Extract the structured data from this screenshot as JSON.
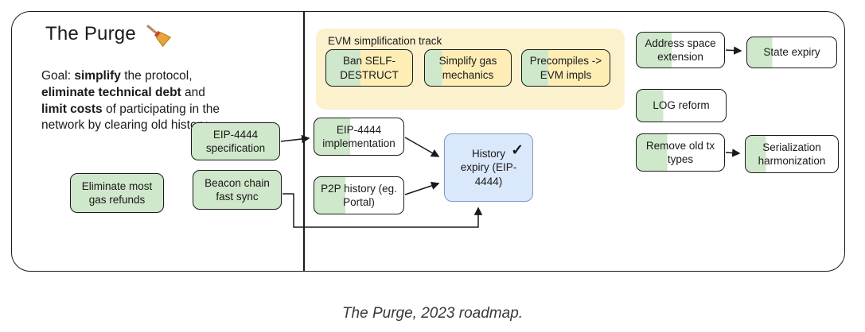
{
  "header": {
    "title": "The Purge"
  },
  "goal": {
    "segments": [
      {
        "text": "Goal: ",
        "bold": false
      },
      {
        "text": "simplify",
        "bold": true
      },
      {
        "text": " the protocol, ",
        "bold": false
      },
      {
        "text": "eliminate technical debt",
        "bold": true
      },
      {
        "text": " and ",
        "bold": false
      },
      {
        "text": "limit costs",
        "bold": true
      },
      {
        "text": " of participating in the network by clearing old history",
        "bold": false
      }
    ]
  },
  "evm_track": {
    "title": "EVM simplification track"
  },
  "boxes": {
    "eip4444_spec": {
      "label": "EIP-4444 specification",
      "progress": 1
    },
    "gas_refunds": {
      "label": "Eliminate most gas refunds",
      "progress": 1
    },
    "beacon_sync": {
      "label": "Beacon chain fast sync",
      "progress": 1
    },
    "ban_selfdestruct": {
      "label": "Ban SELF-DESTRUCT",
      "progress": 0.4
    },
    "simplify_gas": {
      "label": "Simplify gas mechanics",
      "progress": 0.2
    },
    "precompiles": {
      "label": "Precompiles -> EVM impls",
      "progress": 0.3
    },
    "eip4444_impl": {
      "label": "EIP-4444 implementation",
      "progress": 0.4
    },
    "p2p_history": {
      "label": "P2P history (eg. Portal)",
      "progress": 0.35
    },
    "history_expiry": {
      "label": "History expiry (EIP-4444)",
      "check": "✓"
    },
    "address_space": {
      "label": "Address space extension",
      "progress": 0.4
    },
    "state_expiry": {
      "label": "State expiry",
      "progress": 0.28
    },
    "log_reform": {
      "label": "LOG reform",
      "progress": 0.3
    },
    "remove_tx": {
      "label": "Remove old tx types",
      "progress": 0.35
    },
    "serialization": {
      "label": "Serialization harmonization",
      "progress": 0.22
    }
  },
  "caption": "The Purge, 2023 roadmap.",
  "colors": {
    "green_fill": "#cfe7ca",
    "yellow_track_bg": "#fcf1cd",
    "yellow_box_bg": "#feeeb6",
    "blue_fill": "#dae8fc",
    "blue_border": "#7a9cc6",
    "box_border": "#1b1b1b"
  }
}
